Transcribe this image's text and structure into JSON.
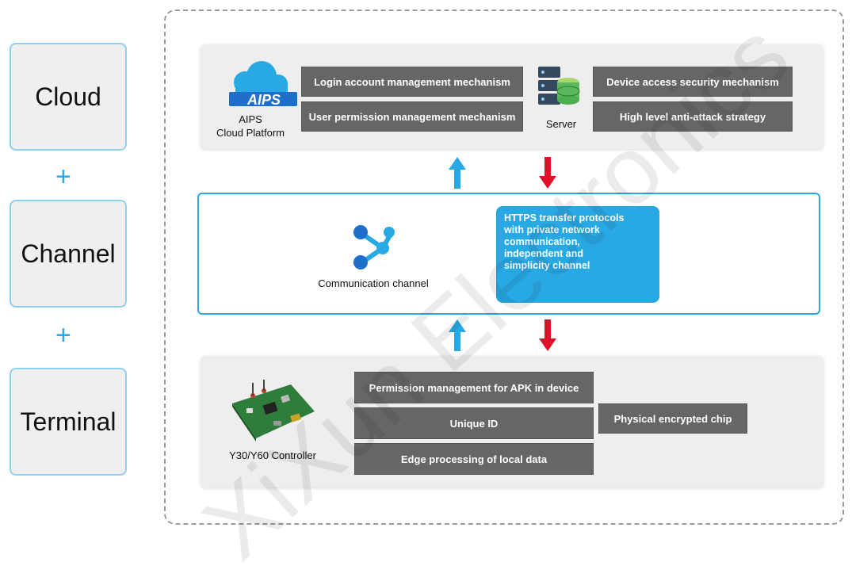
{
  "layers": {
    "cloud": "Cloud",
    "channel": "Channel",
    "terminal": "Terminal",
    "plus": "+"
  },
  "cloud_panel": {
    "logo_text": "AIPS",
    "platform_caption_1": "AIPS",
    "platform_caption_2": "Cloud Platform",
    "login_mgmt": "Login account management mechanism",
    "user_perm": "User permission management mechanism",
    "server_caption": "Server",
    "device_access": "Device access security mechanism",
    "anti_attack": "High level anti-attack strategy"
  },
  "channel_panel": {
    "caption": "Communication channel",
    "https_line_1": "HTTPS transfer protocols",
    "https_line_2": "with private network",
    "https_line_3": "communication,",
    "https_line_4": "independent and",
    "https_line_5": "simplicity channel"
  },
  "terminal_panel": {
    "controller_caption": "Y30/Y60 Controller",
    "apk_perm": "Permission management for APK in device",
    "unique_id": "Unique ID",
    "edge_processing": "Edge processing of local data",
    "encrypted_chip": "Physical encrypted chip"
  },
  "watermark": "XiXun Electronics",
  "colors": {
    "accent_blue": "#29a9e3",
    "arrow_red": "#e0102a",
    "box_gray": "#666666",
    "panel_gray": "#eeeeee"
  }
}
